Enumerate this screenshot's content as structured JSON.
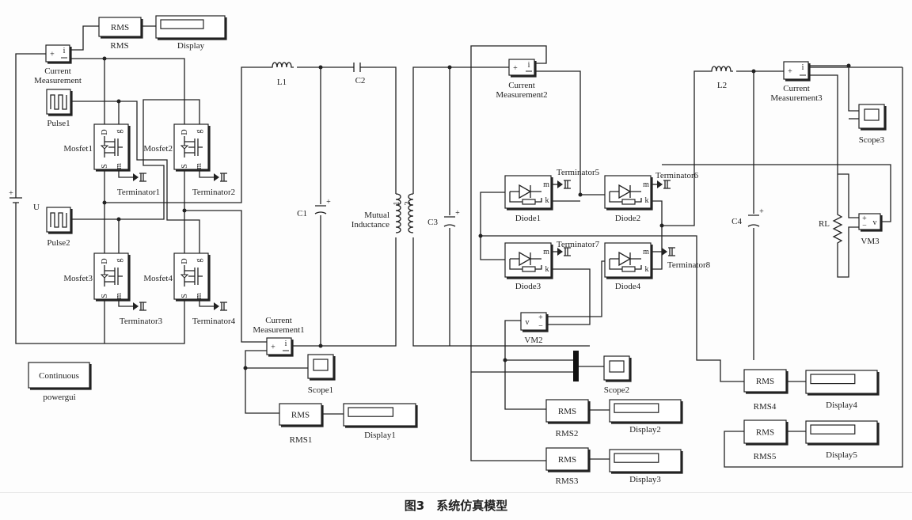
{
  "caption": "图3　系统仿真模型",
  "blocks": [
    {
      "id": "cm",
      "kind": "cm",
      "label": [
        "Current",
        "Measurement"
      ],
      "inner": [
        "+",
        "i"
      ]
    },
    {
      "id": "rms",
      "kind": "textbox",
      "label": [
        "RMS"
      ],
      "inner": [
        "RMS"
      ]
    },
    {
      "id": "display",
      "kind": "display",
      "label": [
        "Display"
      ],
      "inner": []
    },
    {
      "id": "pulse1",
      "kind": "pulse",
      "label": [
        "Pulse1"
      ],
      "inner": []
    },
    {
      "id": "mosfet1",
      "kind": "mosfet",
      "label": [
        "Mosfet1"
      ],
      "inner": [
        "D",
        "g",
        "S",
        "m"
      ]
    },
    {
      "id": "mosfet2",
      "kind": "mosfet",
      "label": [
        "Mosfet2"
      ],
      "inner": [
        "D",
        "g",
        "S",
        "m"
      ]
    },
    {
      "id": "term1",
      "kind": "terminator",
      "label": [
        "Terminator1"
      ],
      "inner": []
    },
    {
      "id": "term2",
      "kind": "terminator",
      "label": [
        "Terminator2"
      ],
      "inner": []
    },
    {
      "id": "u",
      "kind": "battery",
      "label": [
        "U"
      ],
      "inner": [
        "+"
      ]
    },
    {
      "id": "pulse2",
      "kind": "pulse",
      "label": [
        "Pulse2"
      ],
      "inner": []
    },
    {
      "id": "mosfet3",
      "kind": "mosfet",
      "label": [
        "Mosfet3"
      ],
      "inner": [
        "D",
        "g",
        "S",
        "m"
      ]
    },
    {
      "id": "mosfet4",
      "kind": "mosfet",
      "label": [
        "Mosfet4"
      ],
      "inner": [
        "D",
        "g",
        "S",
        "m"
      ]
    },
    {
      "id": "term3",
      "kind": "terminator",
      "label": [
        "Terminator3"
      ],
      "inner": []
    },
    {
      "id": "term4",
      "kind": "terminator",
      "label": [
        "Terminator4"
      ],
      "inner": []
    },
    {
      "id": "powergui",
      "kind": "textbox",
      "label": [
        "powergui"
      ],
      "inner": [
        "Continuous"
      ]
    },
    {
      "id": "l1",
      "kind": "inductor",
      "label": [
        "L1"
      ],
      "inner": []
    },
    {
      "id": "c2",
      "kind": "capacitor-h",
      "label": [
        "C2"
      ],
      "inner": []
    },
    {
      "id": "c1",
      "kind": "capacitor",
      "label": [
        "C1"
      ],
      "inner": [
        "+"
      ]
    },
    {
      "id": "mutual",
      "kind": "mutual",
      "label": [
        "Mutual",
        "Inductance"
      ],
      "inner": [
        "1",
        "2"
      ]
    },
    {
      "id": "c3",
      "kind": "capacitor",
      "label": [
        "C3"
      ],
      "inner": [
        "+"
      ]
    },
    {
      "id": "cm1",
      "kind": "cm1",
      "label": [
        "Current",
        "Measurement1"
      ],
      "inner": [
        "+",
        "i"
      ]
    },
    {
      "id": "scope1",
      "kind": "scope",
      "label": [
        "Scope1"
      ],
      "inner": []
    },
    {
      "id": "rms1",
      "kind": "textbox",
      "label": [
        "RMS1"
      ],
      "inner": [
        "RMS"
      ]
    },
    {
      "id": "display1",
      "kind": "display",
      "label": [
        "Display1"
      ],
      "inner": []
    },
    {
      "id": "cm2",
      "kind": "cm",
      "label": [
        "Current",
        "Measurement2"
      ],
      "inner": [
        "+",
        "i"
      ]
    },
    {
      "id": "diode1",
      "kind": "diode",
      "label": [
        "Diode1"
      ],
      "inner": [
        "m",
        "k"
      ]
    },
    {
      "id": "term5",
      "kind": "terminator",
      "label": [
        "Terminator5"
      ],
      "inner": []
    },
    {
      "id": "diode2",
      "kind": "diode",
      "label": [
        "Diode2"
      ],
      "inner": [
        "m",
        "k"
      ]
    },
    {
      "id": "term6",
      "kind": "terminator",
      "label": [
        "Terminator6"
      ],
      "inner": []
    },
    {
      "id": "diode3",
      "kind": "diode",
      "label": [
        "Diode3"
      ],
      "inner": [
        "m",
        "k"
      ]
    },
    {
      "id": "term7",
      "kind": "terminator",
      "label": [
        "Terminator7"
      ],
      "inner": []
    },
    {
      "id": "diode4",
      "kind": "diode",
      "label": [
        "Diode4"
      ],
      "inner": [
        "m",
        "k"
      ]
    },
    {
      "id": "term8",
      "kind": "terminator",
      "label": [
        "Terminator8"
      ],
      "inner": []
    },
    {
      "id": "vm2",
      "kind": "vm",
      "label": [
        "VM2"
      ],
      "inner": [
        "v",
        "+",
        "−"
      ]
    },
    {
      "id": "mux",
      "kind": "mux",
      "label": [],
      "inner": []
    },
    {
      "id": "scope2",
      "kind": "scope",
      "label": [
        "Scope2"
      ],
      "inner": []
    },
    {
      "id": "rms2",
      "kind": "textbox",
      "label": [
        "RMS2"
      ],
      "inner": [
        "RMS"
      ]
    },
    {
      "id": "display2",
      "kind": "display",
      "label": [
        "Display2"
      ],
      "inner": []
    },
    {
      "id": "rms3",
      "kind": "textbox",
      "label": [
        "RMS3"
      ],
      "inner": [
        "RMS"
      ]
    },
    {
      "id": "display3",
      "kind": "display",
      "label": [
        "Display3"
      ],
      "inner": []
    },
    {
      "id": "l2",
      "kind": "inductor",
      "label": [
        "L2"
      ],
      "inner": []
    },
    {
      "id": "cm3",
      "kind": "cm",
      "label": [
        "Current",
        "Measurement3"
      ],
      "inner": [
        "+",
        "i"
      ]
    },
    {
      "id": "scope3",
      "kind": "scope",
      "label": [
        "Scope3"
      ],
      "inner": []
    },
    {
      "id": "c4",
      "kind": "capacitor",
      "label": [
        "C4"
      ],
      "inner": [
        "+"
      ]
    },
    {
      "id": "rl",
      "kind": "resistor",
      "label": [
        "RL"
      ],
      "inner": []
    },
    {
      "id": "vm3",
      "kind": "vm3",
      "label": [
        "VM3"
      ],
      "inner": [
        "+",
        "−",
        "v"
      ]
    },
    {
      "id": "rms4",
      "kind": "textbox",
      "label": [
        "RMS4"
      ],
      "inner": [
        "RMS"
      ]
    },
    {
      "id": "display4",
      "kind": "display",
      "label": [
        "Display4"
      ],
      "inner": []
    },
    {
      "id": "rms5",
      "kind": "textbox",
      "label": [
        "RMS5"
      ],
      "inner": [
        "RMS"
      ]
    },
    {
      "id": "display5",
      "kind": "display",
      "label": [
        "Display5"
      ],
      "inner": []
    }
  ]
}
